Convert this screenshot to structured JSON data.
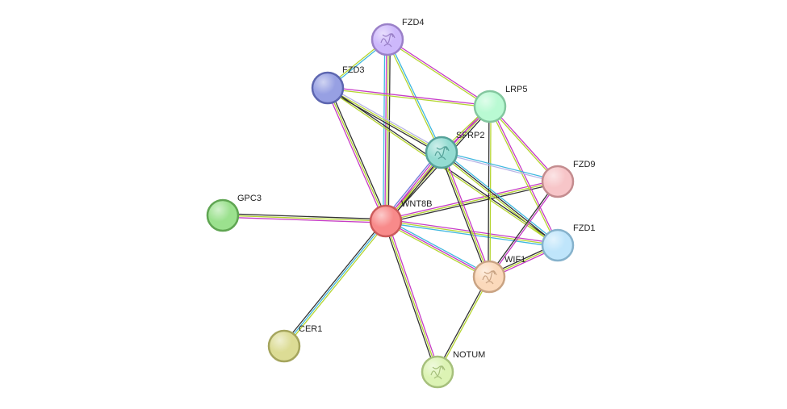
{
  "network": {
    "nodes": [
      {
        "id": "WNT8B",
        "label": "WNT8B",
        "fill": "#f88a8a",
        "stroke": "#cc5a5a"
      },
      {
        "id": "FZD4",
        "label": "FZD4",
        "fill": "#cdb8fb",
        "stroke": "#9a80c8"
      },
      {
        "id": "FZD3",
        "label": "FZD3",
        "fill": "#97a0e3",
        "stroke": "#5d66b0"
      },
      {
        "id": "LRP5",
        "label": "LRP5",
        "fill": "#b9fad3",
        "stroke": "#83c79f"
      },
      {
        "id": "SFRP2",
        "label": "SFRP2",
        "fill": "#94dcd2",
        "stroke": "#55a299"
      },
      {
        "id": "FZD9",
        "label": "FZD9",
        "fill": "#f7c5c8",
        "stroke": "#c48c8f"
      },
      {
        "id": "FZD1",
        "label": "FZD1",
        "fill": "#bfe5fb",
        "stroke": "#86b2cc"
      },
      {
        "id": "GPC3",
        "label": "GPC3",
        "fill": "#9be18e",
        "stroke": "#5fa552"
      },
      {
        "id": "WIF1",
        "label": "WIF1",
        "fill": "#fbd9bb",
        "stroke": "#c9a383"
      },
      {
        "id": "CER1",
        "label": "CER1",
        "fill": "#dcdc95",
        "stroke": "#a5a55d"
      },
      {
        "id": "NOTUM",
        "label": "NOTUM",
        "fill": "#dcf3b4",
        "stroke": "#a6c07c"
      }
    ],
    "edge_colors": {
      "cyan": "#3fb7df",
      "magenta": "#c63bc6",
      "yellow": "#b5d530",
      "black": "#333333",
      "blue": "#6f7bd9",
      "lavender": "#b9b4e6"
    },
    "edges": [
      {
        "from": "WNT8B",
        "to": "FZD4",
        "types": [
          "cyan",
          "magenta",
          "yellow",
          "black"
        ]
      },
      {
        "from": "WNT8B",
        "to": "FZD3",
        "types": [
          "magenta",
          "yellow",
          "black"
        ]
      },
      {
        "from": "WNT8B",
        "to": "LRP5",
        "types": [
          "magenta",
          "yellow",
          "black"
        ]
      },
      {
        "from": "WNT8B",
        "to": "SFRP2",
        "types": [
          "blue",
          "magenta",
          "yellow",
          "black"
        ]
      },
      {
        "from": "WNT8B",
        "to": "FZD9",
        "types": [
          "magenta",
          "yellow",
          "black"
        ]
      },
      {
        "from": "WNT8B",
        "to": "FZD1",
        "types": [
          "magenta",
          "yellow",
          "cyan"
        ]
      },
      {
        "from": "WNT8B",
        "to": "GPC3",
        "types": [
          "magenta",
          "yellow",
          "black"
        ]
      },
      {
        "from": "WNT8B",
        "to": "WIF1",
        "types": [
          "cyan",
          "magenta",
          "yellow"
        ]
      },
      {
        "from": "WNT8B",
        "to": "CER1",
        "types": [
          "yellow",
          "cyan",
          "black"
        ]
      },
      {
        "from": "WNT8B",
        "to": "NOTUM",
        "types": [
          "magenta",
          "yellow",
          "black"
        ]
      },
      {
        "from": "FZD4",
        "to": "LRP5",
        "types": [
          "magenta",
          "yellow"
        ]
      },
      {
        "from": "FZD4",
        "to": "SFRP2",
        "types": [
          "cyan",
          "yellow"
        ]
      },
      {
        "from": "FZD4",
        "to": "FZD3",
        "types": [
          "cyan",
          "yellow"
        ]
      },
      {
        "from": "FZD3",
        "to": "LRP5",
        "types": [
          "magenta",
          "yellow"
        ]
      },
      {
        "from": "FZD3",
        "to": "SFRP2",
        "types": [
          "lavender",
          "yellow",
          "black"
        ]
      },
      {
        "from": "FZD3",
        "to": "FZD1",
        "types": [
          "black",
          "yellow"
        ]
      },
      {
        "from": "LRP5",
        "to": "SFRP2",
        "types": [
          "magenta",
          "yellow"
        ]
      },
      {
        "from": "LRP5",
        "to": "FZD9",
        "types": [
          "magenta",
          "yellow"
        ]
      },
      {
        "from": "LRP5",
        "to": "FZD1",
        "types": [
          "magenta",
          "yellow"
        ]
      },
      {
        "from": "LRP5",
        "to": "WIF1",
        "types": [
          "yellow",
          "black"
        ]
      },
      {
        "from": "SFRP2",
        "to": "FZD9",
        "types": [
          "cyan",
          "lavender"
        ]
      },
      {
        "from": "SFRP2",
        "to": "FZD1",
        "types": [
          "cyan",
          "black",
          "yellow"
        ]
      },
      {
        "from": "SFRP2",
        "to": "WIF1",
        "types": [
          "magenta",
          "yellow",
          "black"
        ]
      },
      {
        "from": "FZD9",
        "to": "WIF1",
        "types": [
          "magenta",
          "black"
        ]
      },
      {
        "from": "FZD1",
        "to": "WIF1",
        "types": [
          "magenta",
          "yellow",
          "black"
        ]
      },
      {
        "from": "WIF1",
        "to": "NOTUM",
        "types": [
          "yellow",
          "black"
        ]
      }
    ]
  }
}
